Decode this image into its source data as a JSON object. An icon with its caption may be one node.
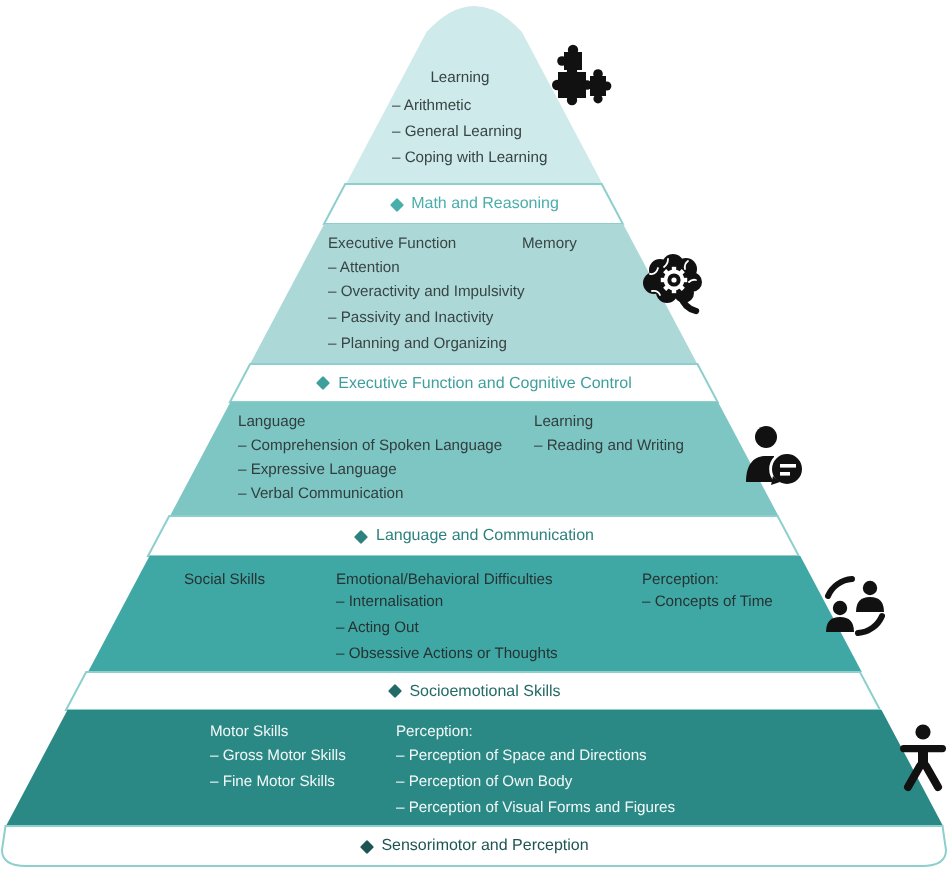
{
  "diagram": {
    "nodes": [
      {
        "text": [
          "Learning",
          "– Arithmetic",
          "– General Learning",
          "– Coping with Learning"
        ]
      },
      {
        "text": [
          "Math and Reasoning"
        ]
      },
      {
        "text": [
          "Executive Function",
          "– Attention",
          "– Overactivity and Impulsivity",
          "– Passivity and Inactivity",
          "– Planning and Organizing",
          "Memory"
        ]
      },
      {
        "text": [
          "Executive Function and Cognitive Control"
        ]
      },
      {
        "text": [
          "Language",
          "– Comprehension of Spoken Language",
          "– Expressive Language",
          "– Verbal Communication",
          "Learning",
          "– Reading and Writing"
        ]
      },
      {
        "text": [
          "Language and Communication"
        ]
      },
      {
        "text": [
          "Social Skills",
          "Emotional/Behavioral Difficulties",
          "– Internalisation",
          "– Acting Out",
          "– Obsessive Actions or Thoughts",
          "Perception:",
          "– Concepts of Time"
        ]
      },
      {
        "text": [
          "Socioemotional Skills"
        ]
      },
      {
        "text": [
          "Motor Skills",
          "– Gross Motor Skills",
          "– Fine Motor Skills",
          "Perception:",
          "– Perception of Space and Directions",
          "– Perception of Own Body",
          "– Perception of Visual Forms and Figures"
        ]
      },
      {
        "text": [
          "Sensorimotor and Perception"
        ]
      }
    ]
  }
}
